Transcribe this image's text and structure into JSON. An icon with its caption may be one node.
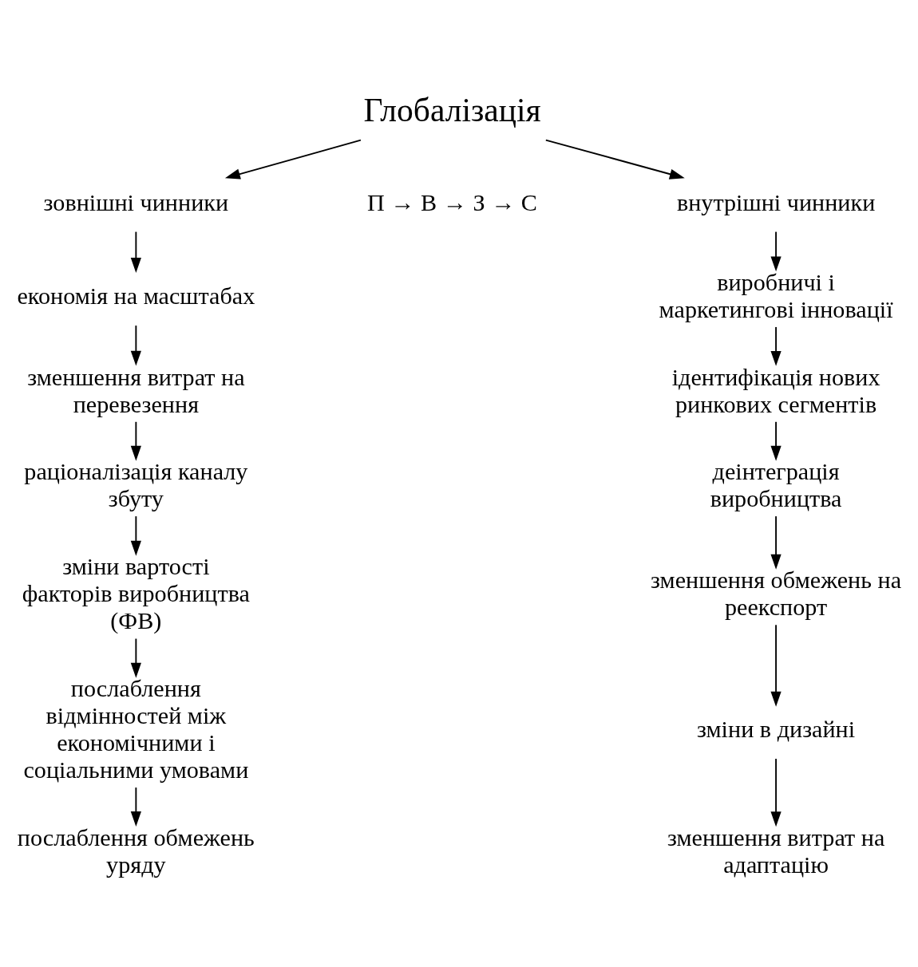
{
  "diagram": {
    "nodes": [
      {
        "text": [
          "Глобалізація"
        ]
      },
      {
        "text": [
          "зовнішні чинники"
        ]
      },
      {
        "text": [
          "внутрішні чинники"
        ]
      },
      {
        "text": [
          "економія на масштабах"
        ]
      },
      {
        "text": [
          "зменшення витрат на перевезення"
        ]
      },
      {
        "text": [
          "раціоналізація каналу збуту"
        ]
      },
      {
        "text": [
          "зміни вартості факторів виробництва (ФВ)"
        ]
      },
      {
        "text": [
          "послаблення відмінностей між економічними і соціальними умовами"
        ]
      },
      {
        "text": [
          "послаблення обмежень уряду"
        ]
      },
      {
        "text": [
          "виробничі і маркетингові інновації"
        ]
      },
      {
        "text": [
          "ідентифікація нових ринкових сегментів"
        ]
      },
      {
        "text": [
          "деінтеграція виробництва"
        ]
      },
      {
        "text": [
          "зменшення обмежень на реекспорт"
        ]
      },
      {
        "text": [
          "зміни в дизайні"
        ]
      },
      {
        "text": [
          "зменшення витрат на адаптацію"
        ]
      }
    ],
    "edges": [
      {
        "from": 0,
        "to": 1,
        "arrow": "to"
      },
      {
        "from": 0,
        "to": 2,
        "arrow": "to"
      },
      {
        "from": 1,
        "to": 3,
        "arrow": "to"
      },
      {
        "from": 3,
        "to": 4,
        "arrow": "to"
      },
      {
        "from": 4,
        "to": 5,
        "arrow": "to"
      },
      {
        "from": 5,
        "to": 6,
        "arrow": "to"
      },
      {
        "from": 6,
        "to": 7,
        "arrow": "to"
      },
      {
        "from": 7,
        "to": 8,
        "arrow": "to"
      },
      {
        "from": 2,
        "to": 9,
        "arrow": "to"
      },
      {
        "from": 9,
        "to": 10,
        "arrow": "to"
      },
      {
        "from": 10,
        "to": 11,
        "arrow": "to"
      },
      {
        "from": 11,
        "to": 12,
        "arrow": "to"
      },
      {
        "from": 12,
        "to": 13,
        "arrow": "to"
      },
      {
        "from": 13,
        "to": 14,
        "arrow": "to"
      }
    ],
    "labels": [
      "П → В → З → С"
    ]
  }
}
